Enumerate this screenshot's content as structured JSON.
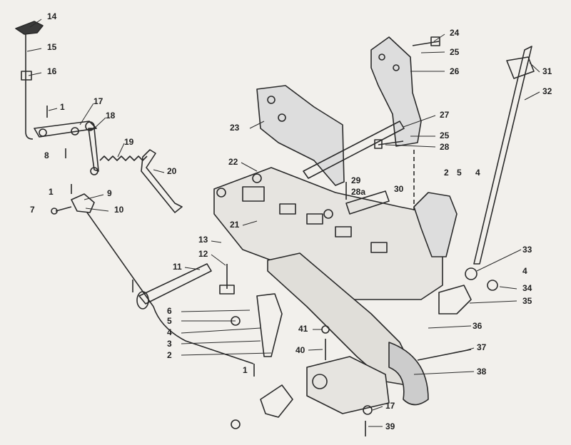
{
  "figure": {
    "part_numbers": [
      "14",
      "15",
      "16",
      "1",
      "17",
      "18",
      "8",
      "19",
      "20",
      "1",
      "9",
      "7",
      "10",
      "24",
      "25",
      "26",
      "31",
      "32",
      "23",
      "27",
      "25",
      "28",
      "22",
      "29",
      "28a",
      "30",
      "2",
      "5",
      "4",
      "21",
      "13",
      "12",
      "11",
      "33",
      "4",
      "34",
      "35",
      "6",
      "5",
      "4",
      "3",
      "2",
      "41",
      "40",
      "36",
      "37",
      "38",
      "1",
      "17",
      "39"
    ]
  }
}
